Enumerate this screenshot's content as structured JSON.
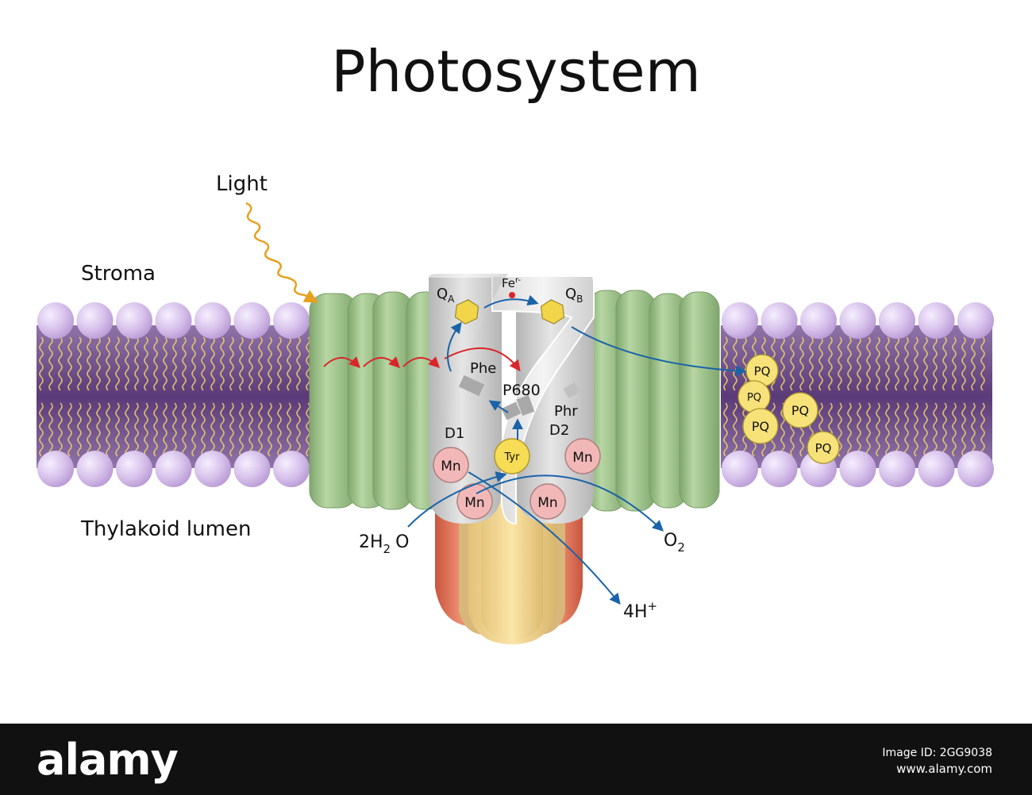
{
  "title": "Photosystem",
  "labels": {
    "light": "Light",
    "stroma": "Stroma",
    "lumen": "Thylakoid lumen",
    "qa": "Q",
    "qa_sub": "A",
    "qb": "Q",
    "qb_sub": "B",
    "fe": "Fe",
    "fe_sup": "r-",
    "phe": "Phe",
    "p680": "P680",
    "phr": "Phr",
    "d1": "D1",
    "d2": "D2",
    "tyr": "Tyr",
    "mn": "Mn",
    "pq": "PQ",
    "water_2h": "2H",
    "water_sub": "2",
    "water_o": "O",
    "oxygen": "O",
    "oxygen_sub": "2",
    "protons": "4H",
    "protons_sup": "+"
  },
  "colors": {
    "lipid_head": "#d9c4ea",
    "lipid_core": "#6d4a8a",
    "lipid_tail": "#f0d06a",
    "antenna": "#9ec28a",
    "core_protein": "#c8c8c8",
    "electron_arrow": "#1a63a8",
    "energy_arrow": "#d8262a",
    "light_wave": "#e8a020",
    "pq_fill": "#f7e27a",
    "mn_fill": "#f2b8b8",
    "tyr_fill": "#f7dc55"
  },
  "footer": {
    "logo": "alamy",
    "image_id": "Image ID: 2GG9038",
    "url": "www.alamy.com"
  }
}
